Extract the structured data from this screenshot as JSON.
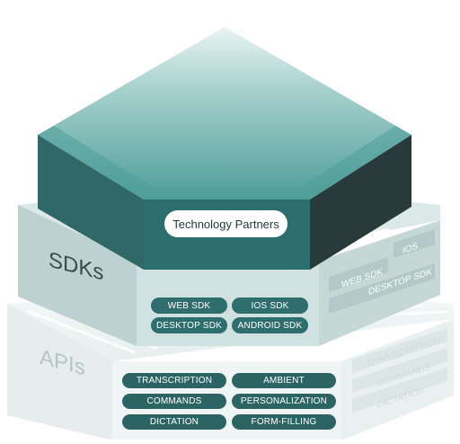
{
  "top_layer": {
    "label": "Technology Partners"
  },
  "sdks_layer": {
    "label": "SDKs",
    "items": [
      "WEB SDK",
      "IOS SDK",
      "DESKTOP SDK",
      "ANDROID SDK"
    ],
    "side_items": [
      "IOS",
      "WEB SDK",
      "DESKTOP SDK"
    ]
  },
  "apis_layer": {
    "label": "APIs",
    "items": [
      "TRANSCRIPTION",
      "AMBIENT",
      "COMMANDS",
      "PERSONALIZATION",
      "DICTATION",
      "FORM-FILLING"
    ],
    "side_items": [
      "TRANSCRIPTION",
      "COMMANDS",
      "DICTATION"
    ]
  },
  "colors": {
    "top_face": "#5aaca7",
    "top_front": "#2c6b6b",
    "top_right": "#2a3b3b",
    "sdk_left": "#bfd3d1",
    "sdk_front": "#d8e7e6",
    "sdk_right": "#c9dad9",
    "api_left": "#e8f0ef",
    "api_front": "#f0f6f5",
    "pill": "#2e6e6d"
  }
}
